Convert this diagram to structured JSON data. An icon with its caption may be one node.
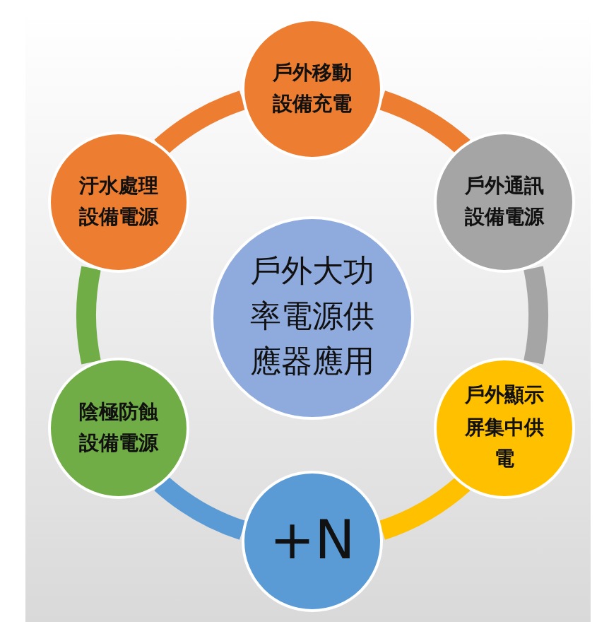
{
  "diagram": {
    "nodes": [
      {
        "text": [
          "戶外移動設備充電"
        ]
      },
      {
        "text": [
          "汙水處理設備電源"
        ]
      },
      {
        "text": [
          "戶外通訊設備電源"
        ]
      },
      {
        "text": [
          "戶外大功率電源供應器應用"
        ]
      },
      {
        "text": [
          "陰極防蝕設備電源"
        ]
      },
      {
        "text": [
          "戶外顯示屏集中供電"
        ]
      },
      {
        "text": [
          "+N"
        ]
      }
    ],
    "edges": [
      {
        "from": 0,
        "to": 2,
        "arrow": "none",
        "color": "#ed7d31"
      },
      {
        "from": 2,
        "to": 5,
        "arrow": "none",
        "color": "#a5a5a5"
      },
      {
        "from": 5,
        "to": 6,
        "arrow": "none",
        "color": "#ffc000"
      },
      {
        "from": 6,
        "to": 4,
        "arrow": "none",
        "color": "#5b9bd5"
      },
      {
        "from": 4,
        "to": 1,
        "arrow": "none",
        "color": "#70ad47"
      },
      {
        "from": 1,
        "to": 0,
        "arrow": "none",
        "color": "#ed7d31"
      }
    ]
  }
}
